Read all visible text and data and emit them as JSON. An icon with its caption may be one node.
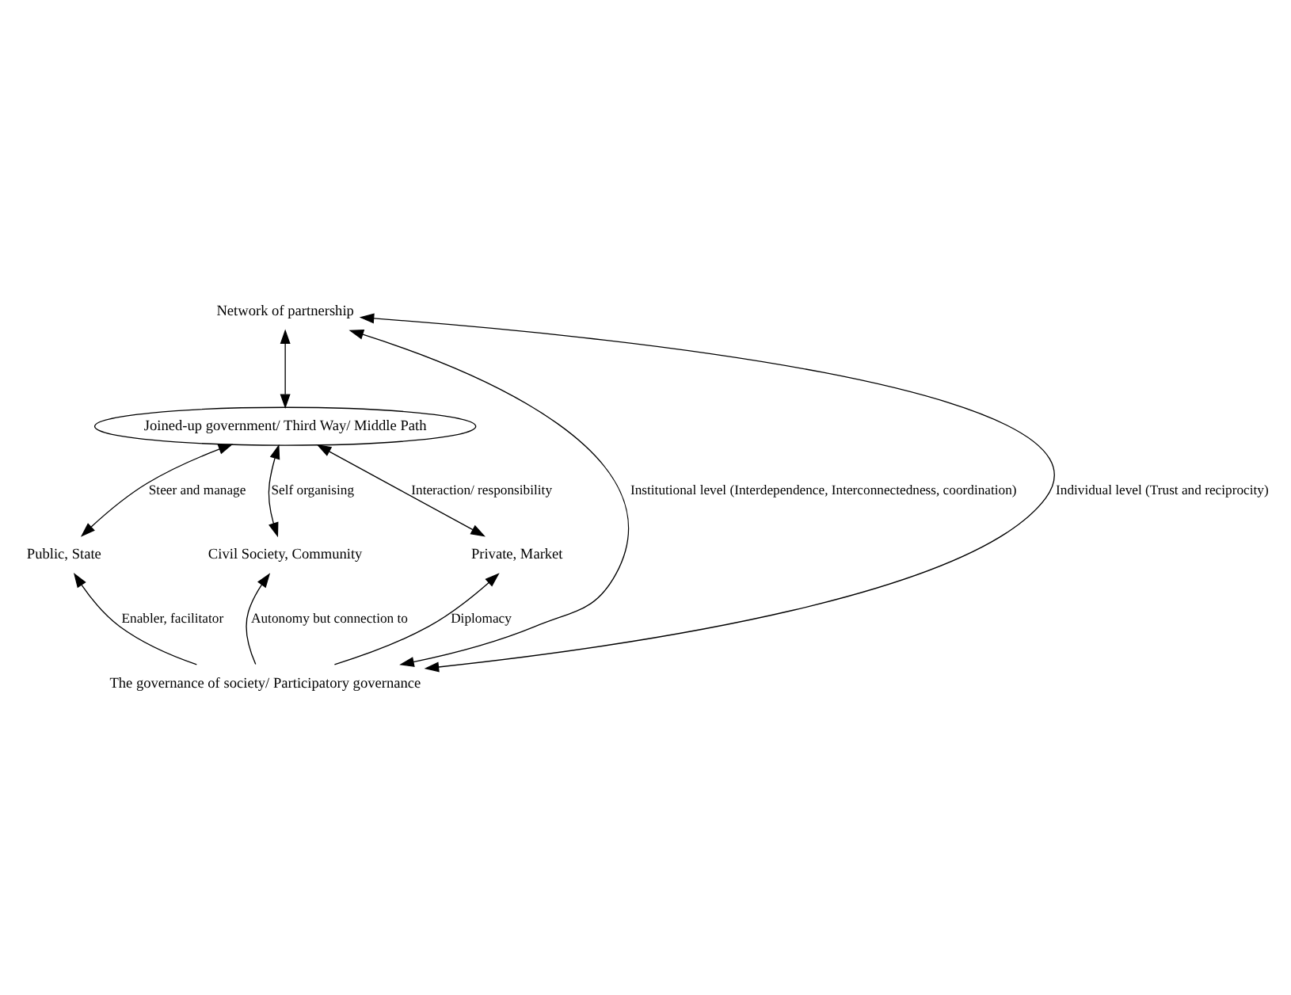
{
  "diagram": {
    "nodes": [
      {
        "text": [
          "Network of partnership"
        ]
      },
      {
        "text": [
          "Joined-up government/ Third Way/ Middle Path"
        ]
      },
      {
        "text": [
          "Public, State"
        ]
      },
      {
        "text": [
          "Civil Society, Community"
        ]
      },
      {
        "text": [
          "Private, Market"
        ]
      },
      {
        "text": [
          "The governance of society/ Participatory governance"
        ]
      }
    ],
    "edges": [
      {
        "from": 0,
        "to": 1,
        "arrow": "both"
      },
      {
        "from": 1,
        "to": 2,
        "arrow": "both",
        "label": "Steer and manage"
      },
      {
        "from": 1,
        "to": 3,
        "arrow": "both",
        "label": "Self organising"
      },
      {
        "from": 1,
        "to": 4,
        "arrow": "both",
        "label": "Interaction/ responsibility"
      },
      {
        "from": 5,
        "to": 2,
        "arrow": "to",
        "label": "Enabler, facilitator"
      },
      {
        "from": 5,
        "to": 3,
        "arrow": "to",
        "label": "Autonomy but connection to"
      },
      {
        "from": 5,
        "to": 4,
        "arrow": "to",
        "label": "Diplomacy"
      },
      {
        "from": 5,
        "to": 0,
        "arrow": "both",
        "label": "Institutional level (Interdependence, Interconnectedness, coordination)"
      },
      {
        "from": 5,
        "to": 0,
        "arrow": "both",
        "label": "Individual level (Trust and reciprocity)"
      }
    ]
  }
}
